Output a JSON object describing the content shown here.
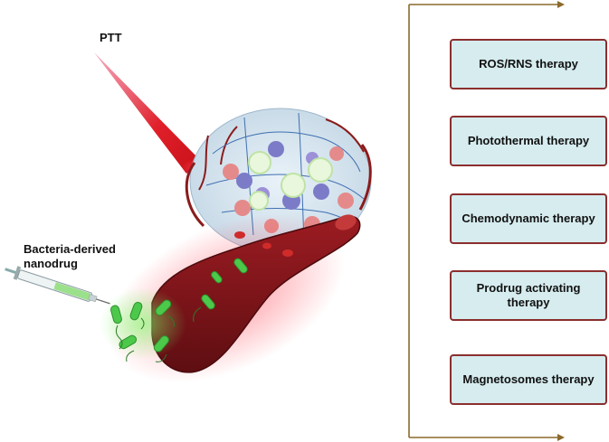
{
  "labels": {
    "ptt": "PTT",
    "nanodrug_line1": "Bacteria-derived",
    "nanodrug_line2": "nanodrug"
  },
  "therapies": [
    {
      "label": "ROS/RNS therapy"
    },
    {
      "label": "Photothermal therapy"
    },
    {
      "label": "Chemodynamic therapy"
    },
    {
      "label": "Prodrug activating therapy"
    },
    {
      "label": "Magnetosomes therapy"
    }
  ],
  "colors": {
    "box_fill": "#d6ecef",
    "box_border": "#8b2e2e",
    "bracket": "#8b6a2a",
    "laser": "#e0202a",
    "vessel": "#7a1418",
    "bacteria": "#4cc94a"
  }
}
